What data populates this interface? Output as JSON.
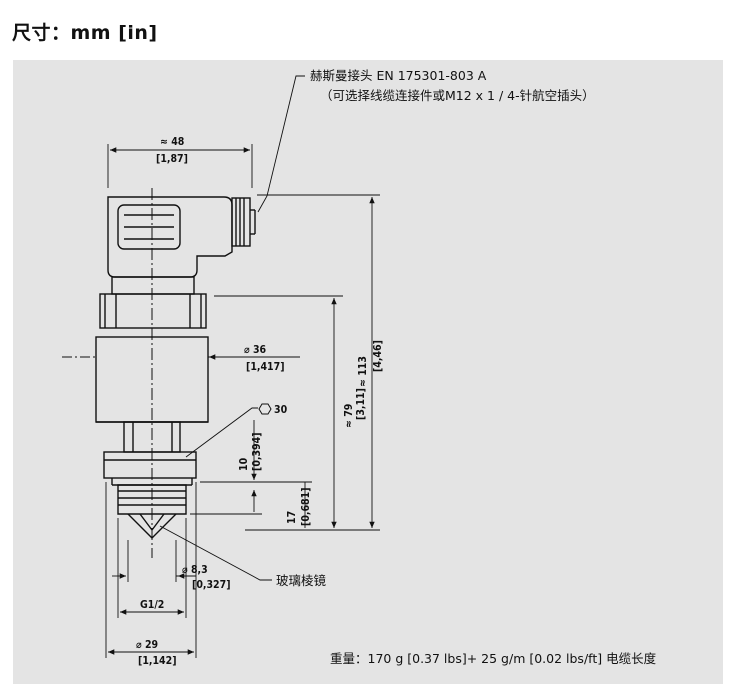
{
  "page": {
    "title": "尺寸：mm [in]"
  },
  "callouts": {
    "connector_line1": "赫斯曼接头 EN 175301-803 A",
    "connector_line2": "（可选择线缆连接件或M12 x 1 / 4-针航空插头）",
    "glass_lens": "玻璃棱镜",
    "weight_note": "重量：170 g [0.37 lbs]+ 25 g/m [0.02 lbs/ft] 电缆长度"
  },
  "dimensions": {
    "width48_mm": "≈ 48",
    "width48_in": "[1,87]",
    "dia36_mm": "⌀ 36",
    "dia36_in": "[1,417]",
    "hex30": "30",
    "dia8_mm": "⌀ 8,3",
    "dia8_in": "[0,327]",
    "thread": "G1/2",
    "dia29_mm": "⌀ 29",
    "dia29_in": "[1,142]",
    "h113_mm": "≈ 113",
    "h113_in": "[4,46]",
    "h79_mm": "≈ 79",
    "h79_in": "[3,11]",
    "h10_mm": "10",
    "h10_in": "[0,394]",
    "h17_mm": "17",
    "h17_in": "[0,681]"
  }
}
